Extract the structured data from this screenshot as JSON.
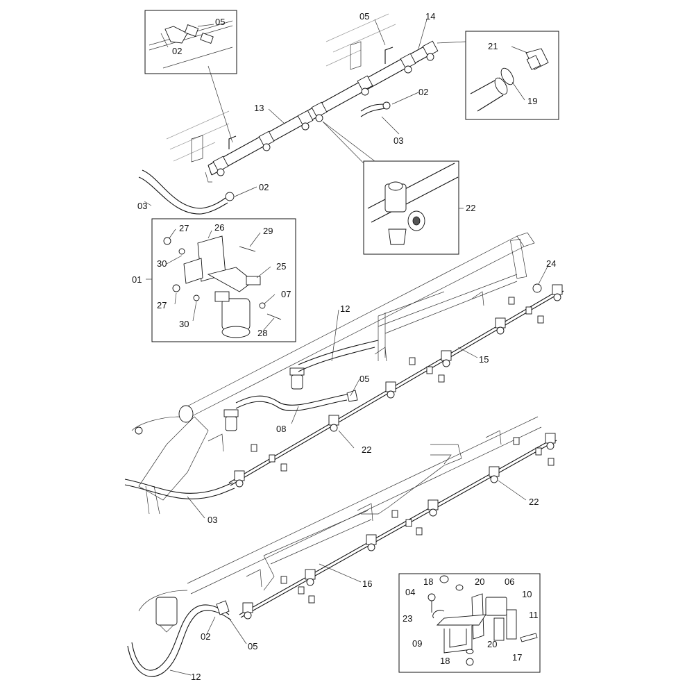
{
  "callouts": [
    {
      "id": "c-top-05-inset",
      "text": "05"
    },
    {
      "id": "c-top-02-inset",
      "text": "02"
    },
    {
      "id": "c-top-05",
      "text": "05"
    },
    {
      "id": "c-top-14",
      "text": "14"
    },
    {
      "id": "c-top-21",
      "text": "21"
    },
    {
      "id": "c-top-19",
      "text": "19"
    },
    {
      "id": "c-top-02-right",
      "text": "02"
    },
    {
      "id": "c-top-03-right",
      "text": "03"
    },
    {
      "id": "c-top-13",
      "text": "13"
    },
    {
      "id": "c-top-02-left",
      "text": "02"
    },
    {
      "id": "c-top-03-left",
      "text": "03"
    },
    {
      "id": "c-top-22",
      "text": "22"
    },
    {
      "id": "c-01",
      "text": "01"
    },
    {
      "id": "c-27a",
      "text": "27"
    },
    {
      "id": "c-26",
      "text": "26"
    },
    {
      "id": "c-29",
      "text": "29"
    },
    {
      "id": "c-30a",
      "text": "30"
    },
    {
      "id": "c-25",
      "text": "25"
    },
    {
      "id": "c-27b",
      "text": "27"
    },
    {
      "id": "c-07",
      "text": "07"
    },
    {
      "id": "c-30b",
      "text": "30"
    },
    {
      "id": "c-28",
      "text": "28"
    },
    {
      "id": "c-24",
      "text": "24"
    },
    {
      "id": "c-12-mid",
      "text": "12"
    },
    {
      "id": "c-15",
      "text": "15"
    },
    {
      "id": "c-05-mid",
      "text": "05"
    },
    {
      "id": "c-08",
      "text": "08"
    },
    {
      "id": "c-22-mid",
      "text": "22"
    },
    {
      "id": "c-03-mid",
      "text": "03"
    },
    {
      "id": "c-22-low",
      "text": "22"
    },
    {
      "id": "c-16",
      "text": "16"
    },
    {
      "id": "c-02-low",
      "text": "02"
    },
    {
      "id": "c-05-low",
      "text": "05"
    },
    {
      "id": "c-12-low",
      "text": "12"
    },
    {
      "id": "c-18a",
      "text": "18"
    },
    {
      "id": "c-20a",
      "text": "20"
    },
    {
      "id": "c-06",
      "text": "06"
    },
    {
      "id": "c-04",
      "text": "04"
    },
    {
      "id": "c-10",
      "text": "10"
    },
    {
      "id": "c-23",
      "text": "23"
    },
    {
      "id": "c-11",
      "text": "11"
    },
    {
      "id": "c-09",
      "text": "09"
    },
    {
      "id": "c-20b",
      "text": "20"
    },
    {
      "id": "c-17",
      "text": "17"
    },
    {
      "id": "c-18b",
      "text": "18"
    }
  ]
}
